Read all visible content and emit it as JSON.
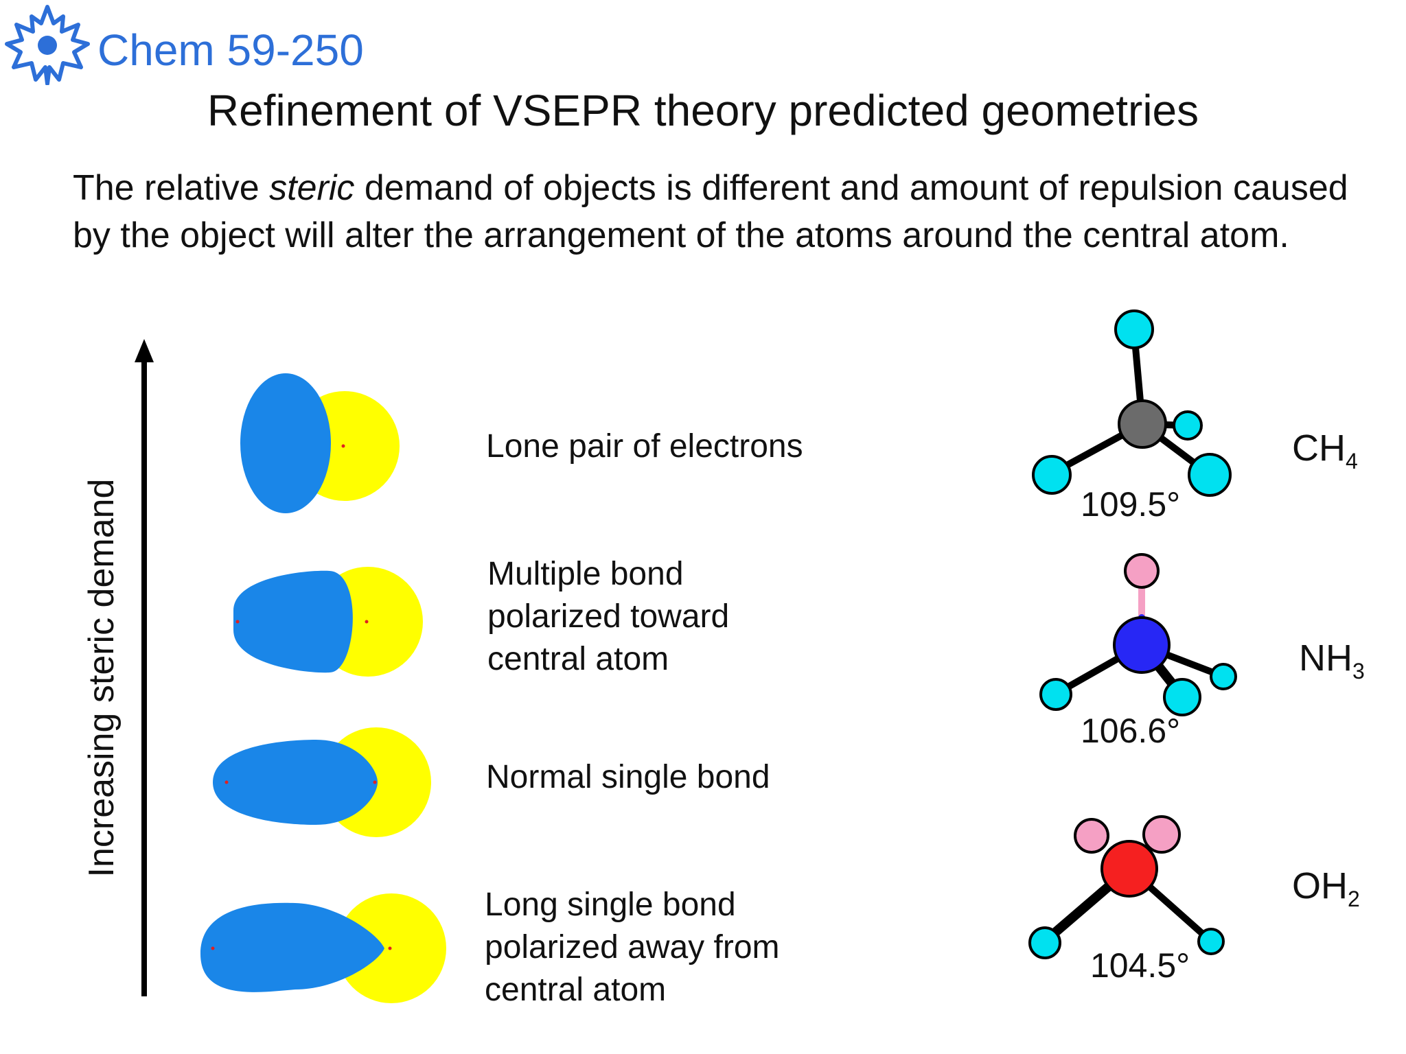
{
  "header": {
    "course": "Chem 59-250",
    "title": "Refinement of VSEPR theory predicted geometries"
  },
  "intro": {
    "before": "The relative ",
    "emphasis": "steric",
    "after": " demand of objects is different and amount of repulsion caused by the object will alter the arrangement of the atoms around the central atom."
  },
  "axis_label": "Increasing steric demand",
  "categories": [
    {
      "lines": [
        "Lone pair of electrons"
      ]
    },
    {
      "lines": [
        "Multiple bond",
        "polarized toward",
        "central atom"
      ]
    },
    {
      "lines": [
        "Normal single bond"
      ]
    },
    {
      "lines": [
        "Long single bond",
        "polarized away from",
        "central atom"
      ]
    }
  ],
  "molecules": [
    {
      "formula_main": "CH",
      "formula_sub": "4",
      "angle": "109.5°"
    },
    {
      "formula_main": "NH",
      "formula_sub": "3",
      "angle": "106.6°"
    },
    {
      "formula_main": "OH",
      "formula_sub": "2",
      "angle": "104.5°"
    }
  ],
  "colors": {
    "course": "#2d6fd8",
    "orbital_blue": "#1a86e8",
    "orbital_yellow": "#ffff00",
    "hydrogen_cyan": "#00e1f0",
    "hydrogen_pink": "#f5a0c4",
    "carbon": "#6b6b6b",
    "nitrogen": "#2727f5",
    "oxygen": "#f52020"
  }
}
